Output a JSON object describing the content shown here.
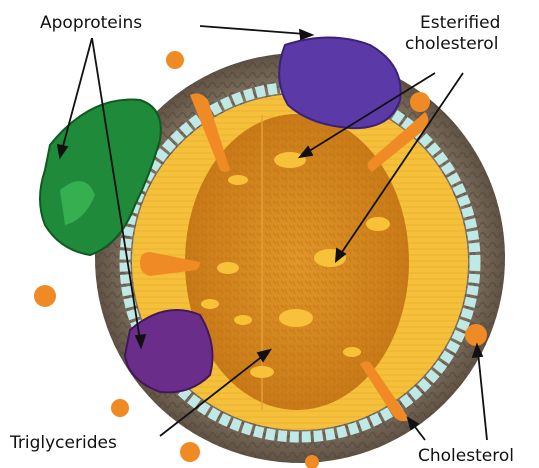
{
  "labels": {
    "apoproteins": "Apoproteins",
    "esterified_line1": "Esterified",
    "esterified_line2": "cholesterol",
    "triglycerides": "Triglycerides",
    "cholesterol": "Cholesterol"
  },
  "colors": {
    "background": "#ffffff",
    "outer_shell": "#7a6a58",
    "phospholipid_heads": "#bfe9e6",
    "phospholipid_layer": "#f5c13a",
    "core": "#d98a1f",
    "core_droplets": "#f7c23a",
    "cholesterol": "#f08a24",
    "apoprotein_green": "#1f8a3a",
    "apoprotein_purple": "#5b3aa8",
    "apoprotein_violet": "#6a2e8a",
    "arrows": "#111111"
  }
}
